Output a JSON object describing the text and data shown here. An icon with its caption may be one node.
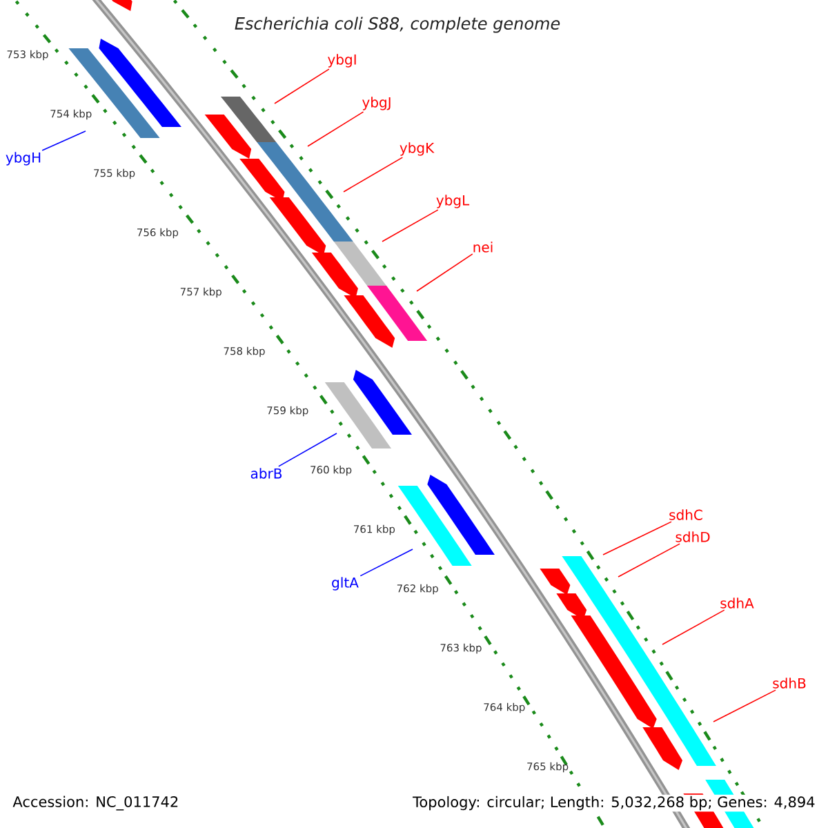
{
  "diagram": {
    "title": "Escherichia coli S88, complete genome",
    "nodes": [
      {
        "text": [
          "ybgH"
        ]
      },
      {
        "text": [
          "ybgI"
        ]
      },
      {
        "text": [
          "ybgJ"
        ]
      },
      {
        "text": [
          "ybgK"
        ]
      },
      {
        "text": [
          "ybgL"
        ]
      },
      {
        "text": [
          "nei"
        ]
      },
      {
        "text": [
          "abrB"
        ]
      },
      {
        "text": [
          "gltA"
        ]
      },
      {
        "text": [
          "sdhC"
        ]
      },
      {
        "text": [
          "sdhD"
        ]
      },
      {
        "text": [
          "sdhA"
        ]
      },
      {
        "text": [
          "sdhB"
        ]
      }
    ],
    "edges": [
      {
        "from": 0,
        "to": null,
        "arrow": "none",
        "color": "#0000ff"
      },
      {
        "from": 1,
        "to": null,
        "arrow": "none"
      },
      {
        "from": 2,
        "to": null,
        "arrow": "none"
      },
      {
        "from": 3,
        "to": null,
        "arrow": "none"
      },
      {
        "from": 4,
        "to": null,
        "arrow": "none"
      },
      {
        "from": 5,
        "to": null,
        "arrow": "none"
      },
      {
        "from": 6,
        "to": null,
        "arrow": "none",
        "color": "#0000ff"
      },
      {
        "from": 7,
        "to": null,
        "arrow": "none",
        "color": "#0000ff"
      },
      {
        "from": 8,
        "to": null,
        "arrow": "none"
      },
      {
        "from": 9,
        "to": null,
        "arrow": "none"
      },
      {
        "from": 10,
        "to": null,
        "arrow": "none"
      },
      {
        "from": 11,
        "to": null,
        "arrow": "none"
      }
    ],
    "labels": [
      "753 kbp",
      "754 kbp",
      "755 kbp",
      "756 kbp",
      "757 kbp",
      "758 kbp",
      "759 kbp",
      "760 kbp",
      "761 kbp",
      "762 kbp",
      "763 kbp",
      "764 kbp",
      "765 kbp",
      "Accession: NC_011742",
      "Topology: circular; Length: 5,032,268 bp; Genes: 4,894"
    ]
  }
}
